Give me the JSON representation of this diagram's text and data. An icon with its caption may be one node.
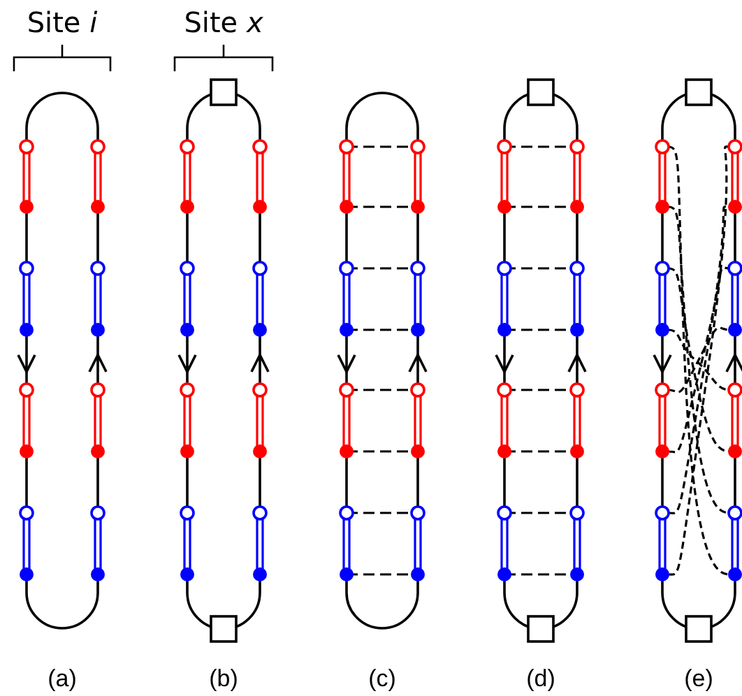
{
  "diagram": {
    "labels": [
      "Site *i*",
      "Site *x*",
      "(a)",
      "(b)",
      "(c)",
      "(d)",
      "(e)"
    ]
  }
}
